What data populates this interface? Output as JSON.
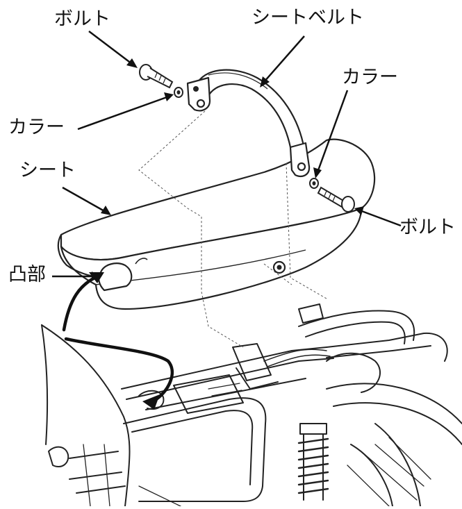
{
  "labels": {
    "bolt_top": "ボルト",
    "seat_belt": "シートベルト",
    "collar_right": "カラー",
    "collar_left": "カラー",
    "seat": "シート",
    "bolt_right": "ボルト",
    "protrusion": "凸部"
  }
}
